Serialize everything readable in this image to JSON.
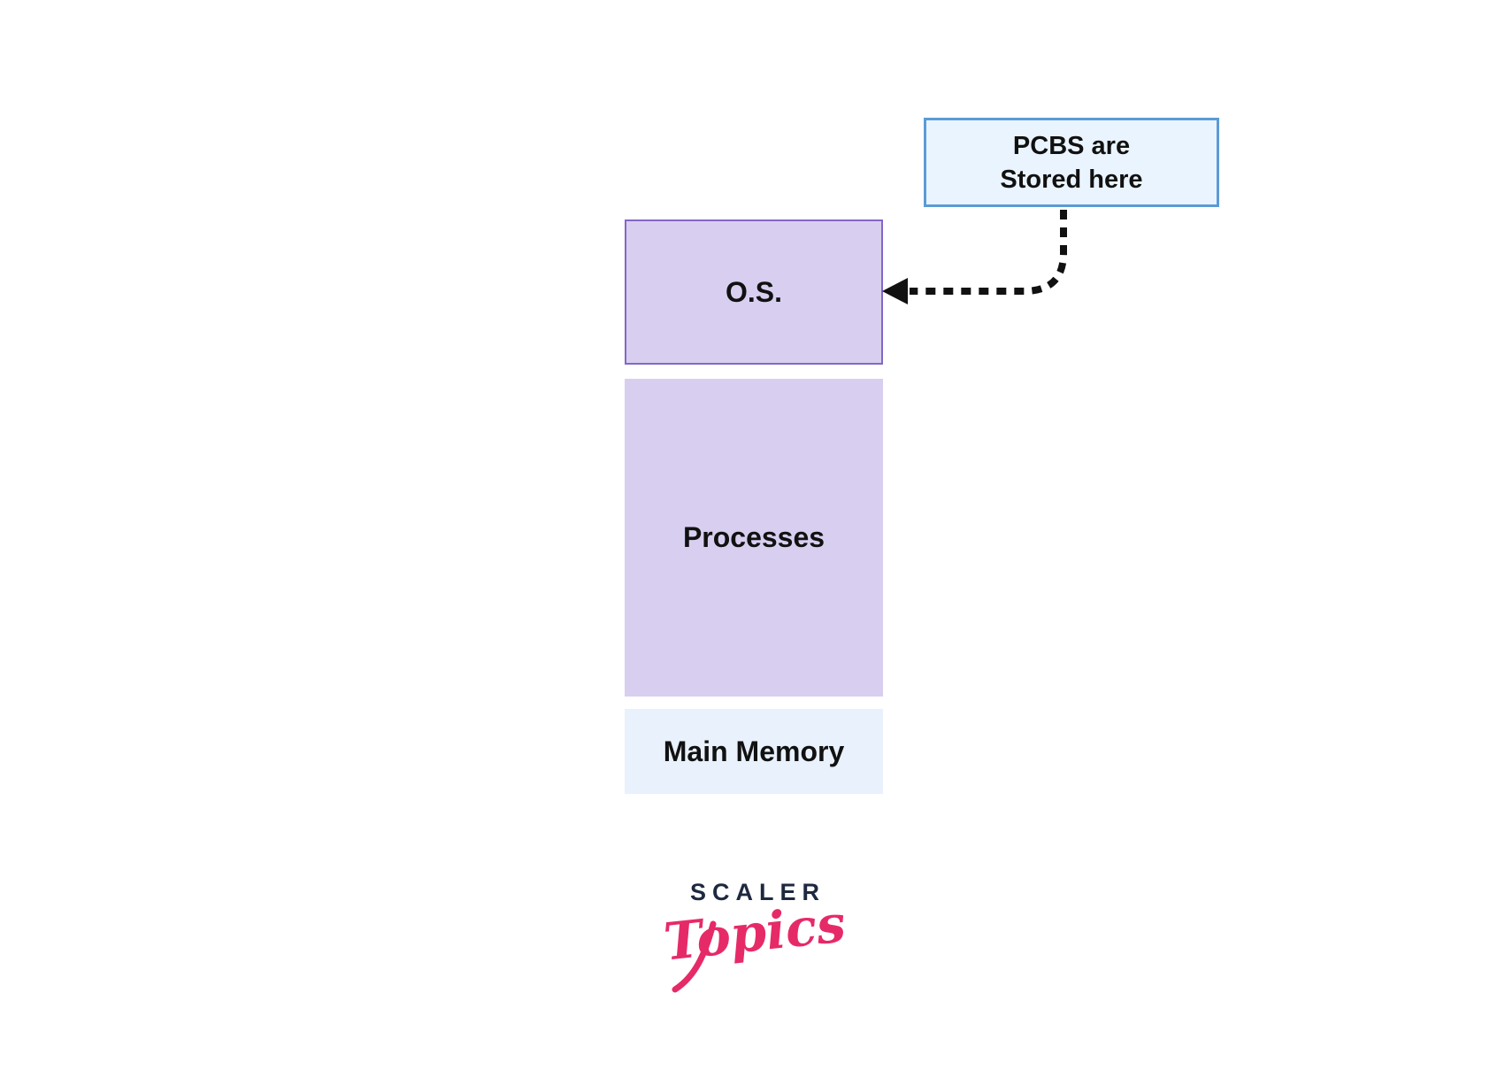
{
  "diagram": {
    "callout": {
      "line1": "PCBS are",
      "line2": "Stored here"
    },
    "memory_map": {
      "os_label": "O.S.",
      "processes_label": "Processes",
      "main_memory_label": "Main Memory"
    }
  },
  "logo": {
    "brand": "SCALER",
    "sub": "Topics"
  },
  "colors": {
    "bg": "#ffffff",
    "ink": "#111111",
    "purple-fill": "#d8cff0",
    "purple-border": "#8467c6",
    "blue-fill": "#eaf4fe",
    "blue-border": "#5b9bd5",
    "memory-fill": "#e8f1fc",
    "logo-navy": "#1e2940",
    "logo-pink": "#e62a68"
  }
}
